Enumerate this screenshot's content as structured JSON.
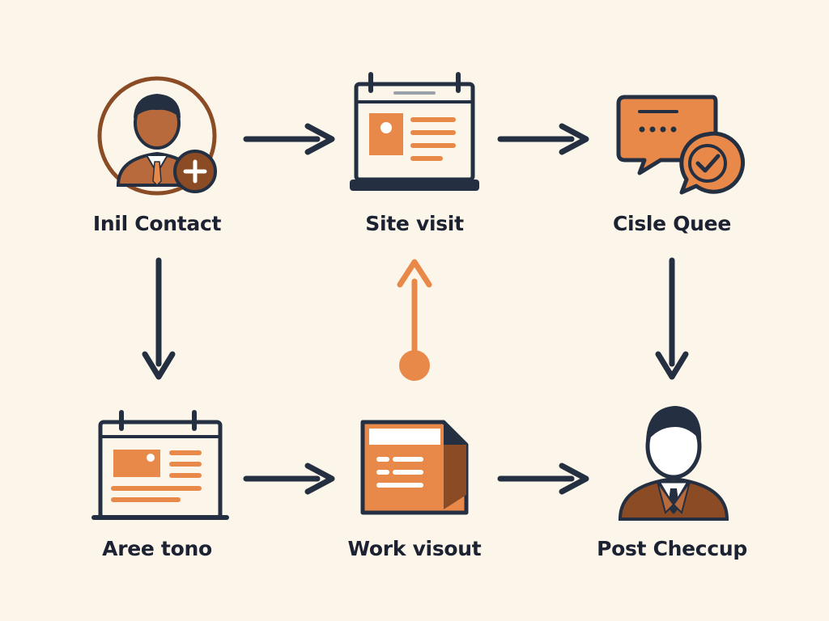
{
  "colors": {
    "background": "#fbf6e9",
    "dark": "#243041",
    "orange": "#e8894a",
    "brown": "#8a4b25",
    "skin": "#b86a3c",
    "white": "#ffffff"
  },
  "steps": [
    {
      "label": "Inil Contact",
      "icon": "person-add-icon"
    },
    {
      "label": "Site visit",
      "icon": "laptop-calendar-icon"
    },
    {
      "label": "Cisle Quee",
      "icon": "chat-check-icon"
    },
    {
      "label": "Aree tono",
      "icon": "calendar-screen-icon"
    },
    {
      "label": "Work visout",
      "icon": "document-icon"
    },
    {
      "label": "Post Checcup",
      "icon": "person-suit-icon"
    }
  ],
  "connectors": [
    {
      "from": "Inil Contact",
      "to": "Site visit",
      "style": "dark"
    },
    {
      "from": "Site visit",
      "to": "Cisle Quee",
      "style": "dark"
    },
    {
      "from": "Cisle Quee",
      "to": "Post Checcup",
      "style": "dark"
    },
    {
      "from": "Inil Contact",
      "to": "Aree tono",
      "style": "dark"
    },
    {
      "from": "Aree tono",
      "to": "Work visout",
      "style": "dark"
    },
    {
      "from": "Work visout",
      "to": "Site visit",
      "style": "orange"
    },
    {
      "from": "Work visout",
      "to": "Post Checcup",
      "style": "dark"
    }
  ]
}
